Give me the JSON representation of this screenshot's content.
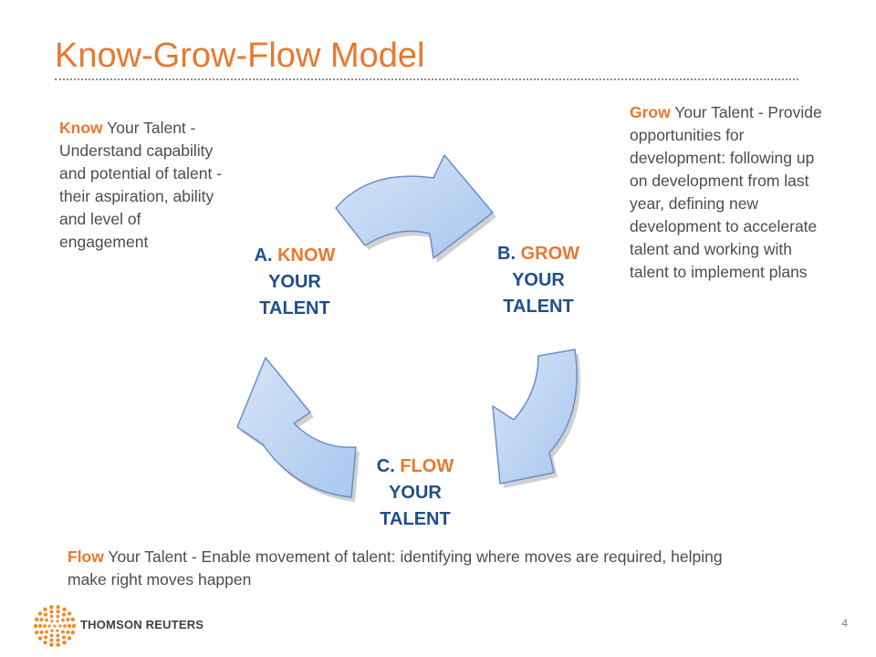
{
  "title": "Know-Grow-Flow Model",
  "colors": {
    "accent": "#e8782f",
    "node_text": "#1f4e8c",
    "arrow_fill": "#b9d2f1",
    "arrow_stroke": "#6a8fc8"
  },
  "descriptions": {
    "know": {
      "keyword": "Know",
      "text": " Your Talent - Understand capability and potential of talent - their aspiration, ability and level of engagement"
    },
    "grow": {
      "keyword": "Grow",
      "text": " Your Talent - Provide opportunities for development: following up on development from last year, defining new development to accelerate talent and working with talent to implement plans"
    },
    "flow": {
      "keyword": "Flow",
      "text": " Your Talent - Enable movement of talent: identifying where moves are required, helping make right moves happen"
    }
  },
  "nodes": {
    "a": {
      "prefix": "A. ",
      "keyword": "KNOW",
      "line2": "YOUR",
      "line3": "TALENT"
    },
    "b": {
      "prefix": "B. ",
      "keyword": "GROW",
      "line2": "YOUR",
      "line3": "TALENT"
    },
    "c": {
      "prefix": "C. ",
      "keyword": "FLOW",
      "line2": "YOUR",
      "line3": "TALENT"
    }
  },
  "arrows": [
    {
      "name": "arrow-know-to-grow",
      "icon": "curved-arrow-icon"
    },
    {
      "name": "arrow-grow-to-flow",
      "icon": "curved-arrow-icon"
    },
    {
      "name": "arrow-flow-to-know",
      "icon": "curved-arrow-icon"
    }
  ],
  "footer": {
    "brand": "THOMSON REUTERS",
    "logo_icon": "thomson-reuters-logo-icon",
    "page_number": "4"
  }
}
